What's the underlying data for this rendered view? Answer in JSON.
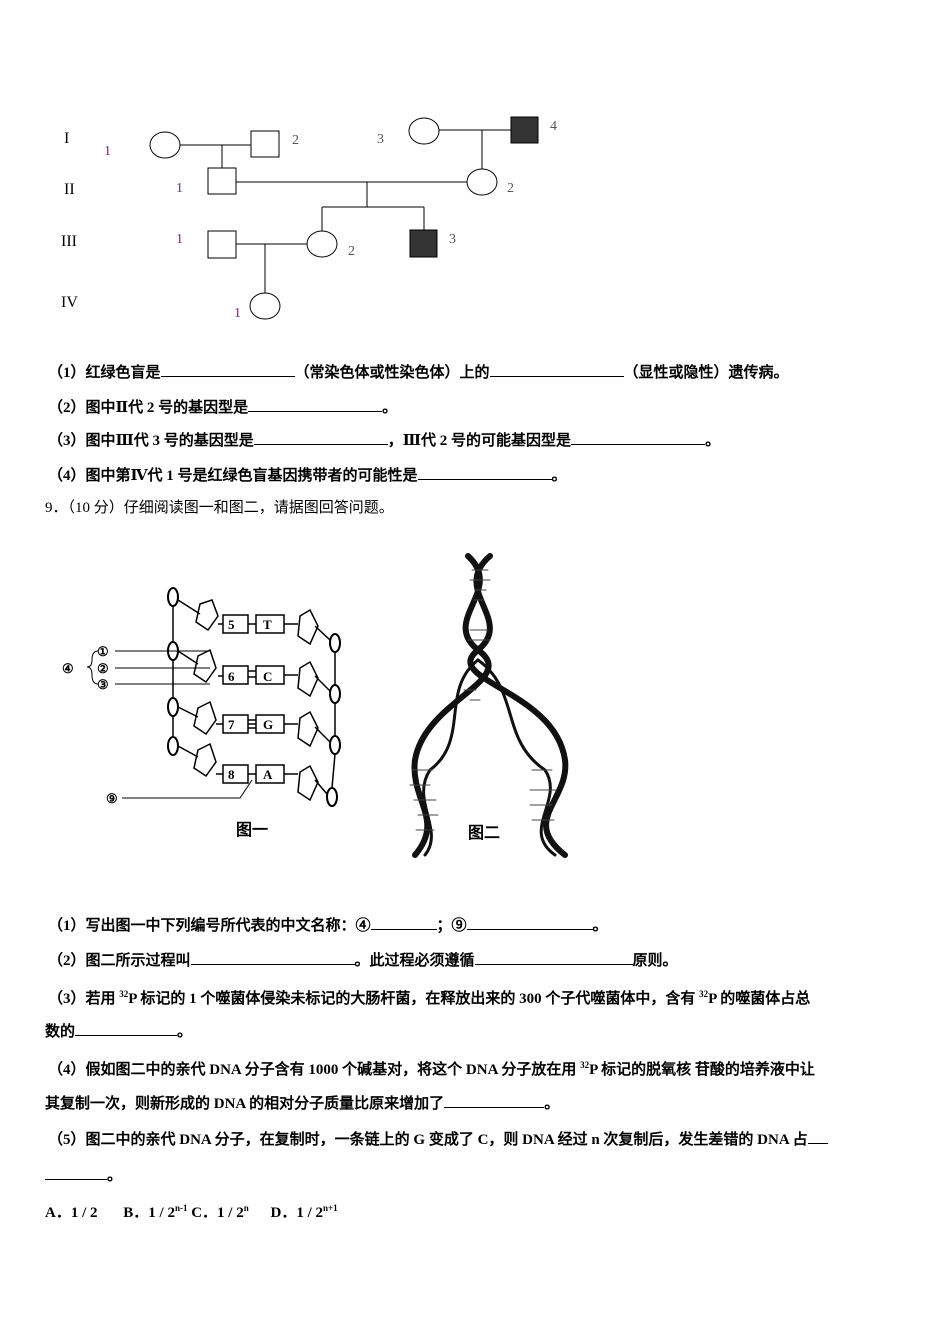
{
  "pedigree": {
    "generations": [
      "I",
      "II",
      "III",
      "IV"
    ],
    "labels": {
      "I1": "1",
      "I2": "2",
      "I3": "3",
      "I4": "4",
      "II1": "1",
      "II2": "2",
      "III1": "1",
      "III2": "2",
      "III3": "3",
      "IV1": "1"
    }
  },
  "q8": {
    "q1_a": "（1）红绿色盲是",
    "q1_b": "（常染色体或性染色体）上的",
    "q1_c": "（显性或隐性）遗传病。",
    "q2_a": "（2）图中Ⅱ代 2 号的基因型是",
    "q2_b": "。",
    "q3_a": "（3）图中Ⅲ代 3 号的基因型是",
    "q3_b": "，Ⅲ代 2 号的可能基因型是",
    "q3_c": "。",
    "q4_a": "（4）图中第Ⅳ代 1 号是红绿色盲基因携带者的可能性是",
    "q4_b": "。"
  },
  "q9": {
    "header": "9．（10 分）仔细阅读图一和图二，请据图回答问题。",
    "fig1": {
      "caption": "图一",
      "brace_label": "④",
      "strand_labels": [
        "①",
        "②",
        "③"
      ],
      "pointer_label": "⑨",
      "numbers": [
        "5",
        "6",
        "7",
        "8"
      ],
      "bases": [
        "T",
        "C",
        "G",
        "A"
      ]
    },
    "fig2": {
      "caption": "图二"
    },
    "p1_a": "（1）写出图一中下列编号所代表的中文名称：④",
    "p1_b": "；⑨",
    "p1_c": "。",
    "p2_a": "（2）图二所示过程叫",
    "p2_b": "。此过程必须遵循",
    "p2_c": "原则。",
    "p3_a": "（3）若用 ",
    "p3_sup": "32",
    "p3_b": "P 标记的 1 个噬菌体侵染未标记的大肠杆菌，在释放出来的 300 个子代噬菌体中，含有 ",
    "p3_sup2": "32",
    "p3_c": "P 的噬菌体占总",
    "p3_d": "数的",
    "p3_e": "。",
    "p4_a": "（4）假如图二中的亲代 DNA 分子含有 1000 个碱基对，将这个 DNA 分子放在用 ",
    "p4_sup": "32",
    "p4_b": "P 标记的脱氧核 苷酸的培养液中让",
    "p4_c": "其复制一次，则新形成的 DNA 的相对分子质量比原来增加了",
    "p4_d": "。",
    "p5_a": "（5）图二中的亲代 DNA 分子，在复制时，一条链上的 G 变成了 C，则 DNA 经过 n 次复制后，发生差错的 DNA 占",
    "p5_b": "。",
    "options": [
      {
        "label": "A．1 / 2",
        "sup": ""
      },
      {
        "label": "B．1 / 2",
        "sup": "n-1"
      },
      {
        "label": "C．1 / 2",
        "sup": "n"
      },
      {
        "label": "D．1 / 2",
        "sup": "n+1"
      }
    ]
  }
}
